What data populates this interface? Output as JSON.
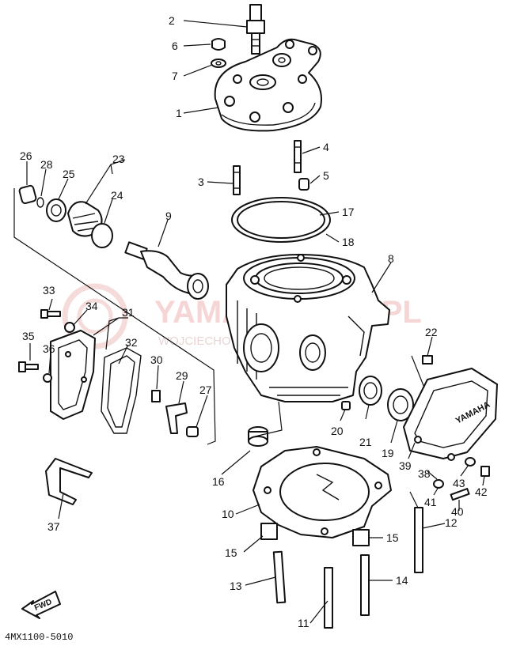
{
  "diagram_code": "4MX1100-5010",
  "watermark": {
    "main": "YAMAPARTER.PL",
    "sub": "WOJCIECHOWICZ YAMAHA YAMAHA"
  },
  "fwd_label": "FWD",
  "cover_brand": "YAMAHA",
  "callouts": {
    "c1": "1",
    "c2": "2",
    "c3": "3",
    "c4": "4",
    "c5": "5",
    "c6": "6",
    "c7": "7",
    "c8": "8",
    "c9": "9",
    "c10": "10",
    "c11": "11",
    "c12": "12",
    "c13": "13",
    "c14": "14",
    "c15a": "15",
    "c15b": "15",
    "c16": "16",
    "c17": "17",
    "c18": "18",
    "c19": "19",
    "c20": "20",
    "c21": "21",
    "c22": "22",
    "c23": "23",
    "c24": "24",
    "c25": "25",
    "c26": "26",
    "c27": "27",
    "c28": "28",
    "c29": "29",
    "c30": "30",
    "c31": "31",
    "c32": "32",
    "c33": "33",
    "c34": "34",
    "c35": "35",
    "c36": "36",
    "c37": "37",
    "c38": "38",
    "c39": "39",
    "c40": "40",
    "c41": "41",
    "c42": "42",
    "c43": "43"
  }
}
